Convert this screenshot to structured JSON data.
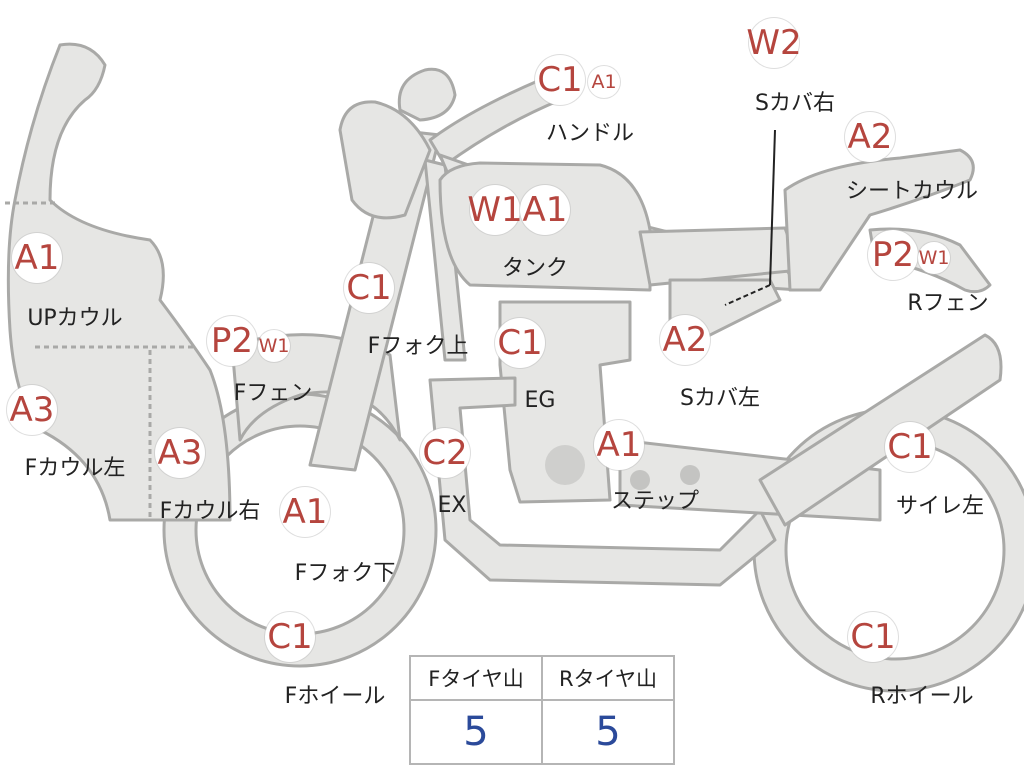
{
  "colors": {
    "part_fill": "#e6e6e4",
    "part_outline": "#a9a9a7",
    "grade_text": "#b5453e",
    "value_text": "#2b4a9a"
  },
  "parts": [
    {
      "id": "handle",
      "codes": [
        "C1",
        "A1"
      ],
      "label": "ハンドル"
    },
    {
      "id": "s-cover-right",
      "codes": [
        "W2"
      ],
      "label": "Sカバ右"
    },
    {
      "id": "seat-cowl",
      "codes": [
        "A2"
      ],
      "label": "シートカウル"
    },
    {
      "id": "tank",
      "codes": [
        "W1",
        "A1"
      ],
      "label": "タンク"
    },
    {
      "id": "up-cowl",
      "codes": [
        "A1"
      ],
      "label": "UPカウル"
    },
    {
      "id": "r-fender",
      "codes": [
        "P2",
        "W1"
      ],
      "label": "Rフェン"
    },
    {
      "id": "f-fork-upper",
      "codes": [
        "C1"
      ],
      "label": "Fフォク上"
    },
    {
      "id": "f-fender",
      "codes": [
        "P2",
        "W1"
      ],
      "label": "Fフェン"
    },
    {
      "id": "engine",
      "codes": [
        "C1"
      ],
      "label": "EG"
    },
    {
      "id": "s-cover-left",
      "codes": [
        "A2"
      ],
      "label": "Sカバ左"
    },
    {
      "id": "f-cowl-left",
      "codes": [
        "A3"
      ],
      "label": "Fカウル左"
    },
    {
      "id": "f-cowl-right",
      "codes": [
        "A3"
      ],
      "label": "Fカウル右"
    },
    {
      "id": "exhaust",
      "codes": [
        "C2"
      ],
      "label": "EX"
    },
    {
      "id": "step",
      "codes": [
        "A1"
      ],
      "label": "ステップ"
    },
    {
      "id": "silencer-left",
      "codes": [
        "C1"
      ],
      "label": "サイレ左"
    },
    {
      "id": "f-fork-lower",
      "codes": [
        "A1"
      ],
      "label": "Fフォク下"
    },
    {
      "id": "f-wheel",
      "codes": [
        "C1"
      ],
      "label": "Fホイール"
    },
    {
      "id": "r-wheel",
      "codes": [
        "C1"
      ],
      "label": "Rホイール"
    }
  ],
  "tire_table": {
    "headers": [
      "Fタイヤ山",
      "Rタイヤ山"
    ],
    "values": [
      "5",
      "5"
    ]
  }
}
